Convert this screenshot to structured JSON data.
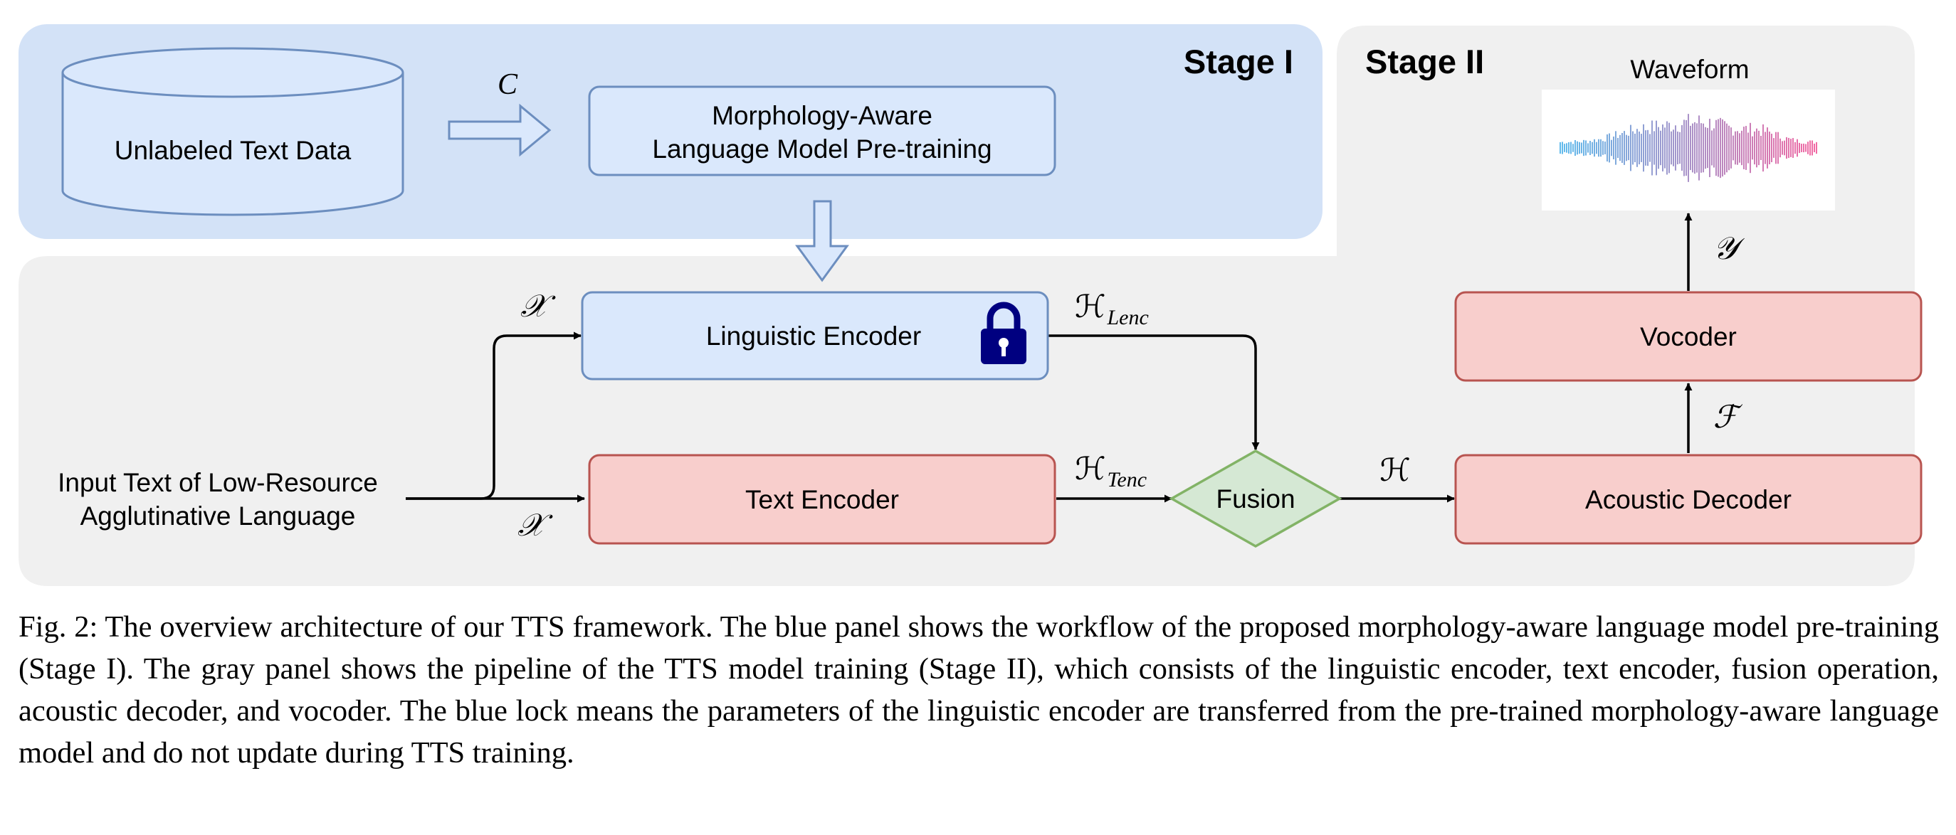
{
  "stage1": {
    "title": "Stage I",
    "database_label": "Unlabeled Text Data",
    "corpus_symbol": "C",
    "pretrain_line1": "Morphology-Aware",
    "pretrain_line2": "Language Model Pre-training"
  },
  "stage2": {
    "title": "Stage II",
    "input_line1": "Input Text of Low-Resource",
    "input_line2": "Agglutinative Language",
    "x_symbol": "𝒳",
    "linguistic_encoder": "Linguistic Encoder",
    "text_encoder": "Text Encoder",
    "h_lenc_main": "ℋ",
    "h_lenc_sub": "Lenc",
    "h_tenc_main": "ℋ",
    "h_tenc_sub": "Tenc",
    "fusion": "Fusion",
    "h_symbol": "ℋ",
    "acoustic_decoder": "Acoustic Decoder",
    "f_symbol": "ℱ",
    "vocoder": "Vocoder",
    "y_symbol": "𝒴",
    "waveform_label": "Waveform"
  },
  "colors": {
    "stage1_panel": "#d3e2f7",
    "stage2_panel": "#f0f0f0",
    "blue_box_fill": "#dae8fc",
    "blue_box_stroke": "#6c8ebf",
    "red_box_fill": "#f8cecc",
    "red_box_stroke": "#b85450",
    "green_fill": "#d5e8d4",
    "green_stroke": "#82b366",
    "lock": "#000080"
  },
  "icons": [
    "database-icon",
    "lock-icon",
    "waveform-icon"
  ],
  "caption": "Fig. 2: The overview architecture of our TTS framework. The blue panel shows the workflow of the proposed morphology-aware language model pre-training (Stage I). The gray panel shows the pipeline of the TTS model training (Stage II), which consists of the linguistic encoder, text encoder, fusion operation, acoustic decoder, and vocoder. The blue lock means the parameters of the linguistic encoder are transferred from the pre-trained morphology-aware language model and do not update during TTS training."
}
